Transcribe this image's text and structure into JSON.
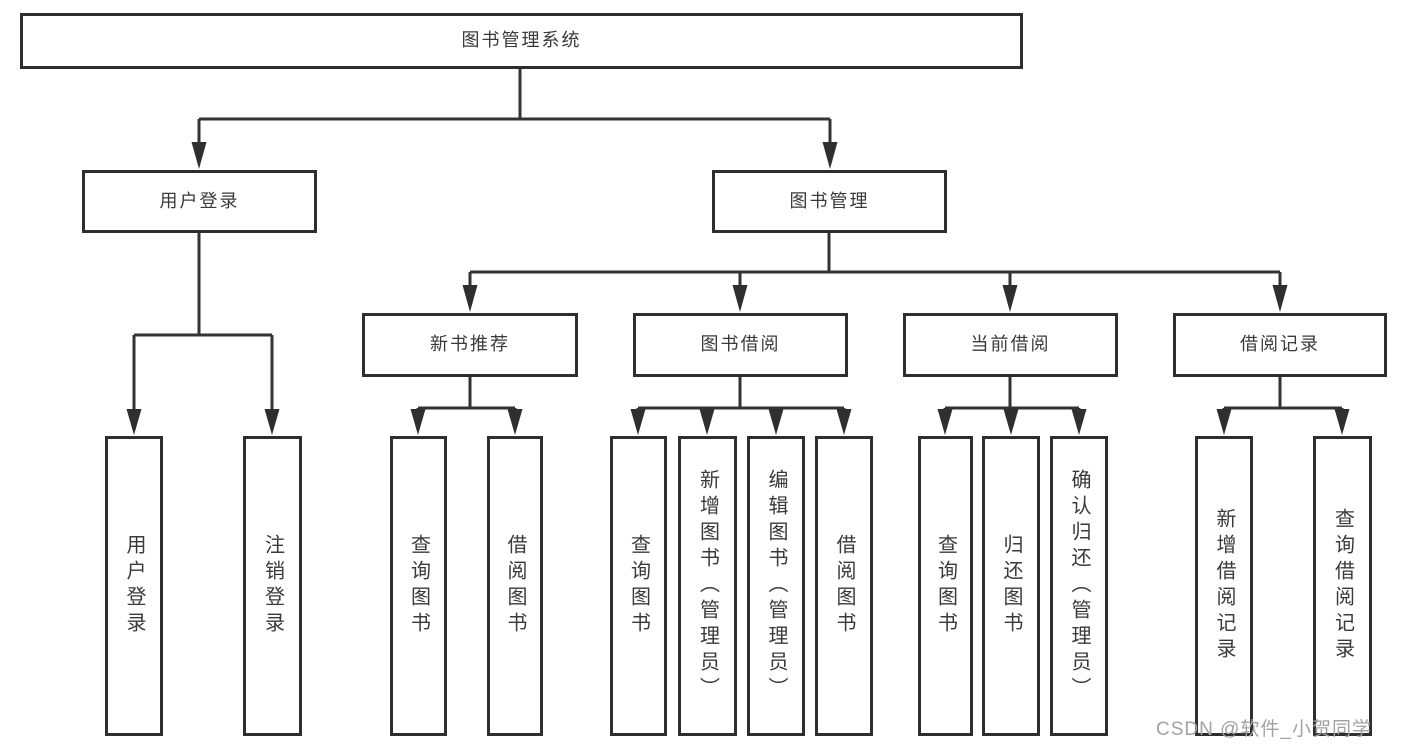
{
  "tree": {
    "label": "图书管理系统",
    "children": [
      {
        "label": "用户登录",
        "children": [
          {
            "label": "用户登录"
          },
          {
            "label": "注销登录"
          }
        ]
      },
      {
        "label": "图书管理",
        "children": [
          {
            "label": "新书推荐",
            "children": [
              {
                "label": "查询图书"
              },
              {
                "label": "借阅图书"
              }
            ]
          },
          {
            "label": "图书借阅",
            "children": [
              {
                "label": "查询图书"
              },
              {
                "label": "新增图书（管理员）"
              },
              {
                "label": "编辑图书（管理员）"
              },
              {
                "label": "借阅图书"
              }
            ]
          },
          {
            "label": "当前借阅",
            "children": [
              {
                "label": "查询图书"
              },
              {
                "label": "归还图书"
              },
              {
                "label": "确认归还（管理员）"
              }
            ]
          },
          {
            "label": "借阅记录",
            "children": [
              {
                "label": "新增借阅记录"
              },
              {
                "label": "查询借阅记录"
              }
            ]
          }
        ]
      }
    ]
  },
  "watermark": {
    "text": "CSDN @软件_小贺同学"
  },
  "colors": {
    "line": "#333333",
    "box_border": "#2e2e2e",
    "text": "#3a3a3a",
    "watermark_text": "#a2a2a2",
    "background": "#ffffff"
  }
}
